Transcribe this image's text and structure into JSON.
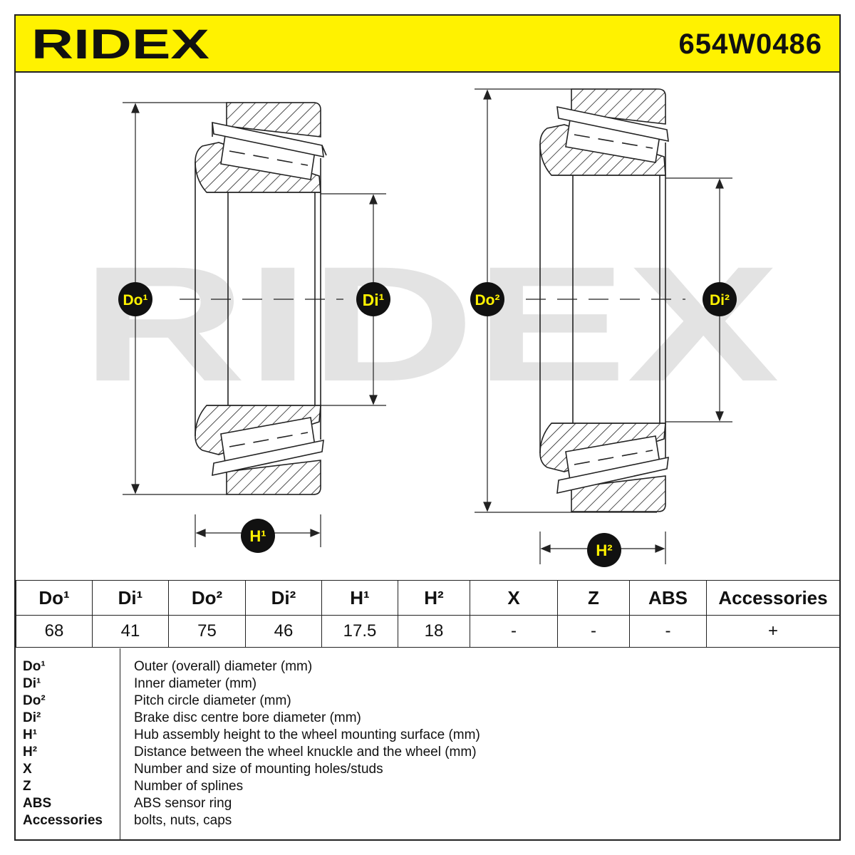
{
  "header": {
    "brand": "RIDEX",
    "part_number": "654W0486",
    "accent_color": "#fff200"
  },
  "diagram": {
    "watermark": "RIDEX",
    "labels": {
      "do1": "Do¹",
      "di1": "Di¹",
      "do2": "Do²",
      "di2": "Di²",
      "h1": "H¹",
      "h2": "H²"
    }
  },
  "specs": {
    "headers": [
      "Do¹",
      "Di¹",
      "Do²",
      "Di²",
      "H¹",
      "H²",
      "X",
      "Z",
      "ABS",
      "Accessories"
    ],
    "values": [
      "68",
      "41",
      "75",
      "46",
      "17.5",
      "18",
      "-",
      "-",
      "-",
      "+"
    ]
  },
  "legend": [
    {
      "key": "Do¹",
      "desc": "Outer (overall) diameter (mm)"
    },
    {
      "key": "Di¹",
      "desc": "Inner diameter (mm)"
    },
    {
      "key": "Do²",
      "desc": "Pitch circle diameter (mm)"
    },
    {
      "key": "Di²",
      "desc": "Brake disc centre bore diameter (mm)"
    },
    {
      "key": "H¹",
      "desc": "Hub assembly height to the wheel mounting surface (mm)"
    },
    {
      "key": "H²",
      "desc": "Distance between the wheel knuckle and the wheel (mm)"
    },
    {
      "key": "X",
      "desc": "Number and size of mounting holes/studs"
    },
    {
      "key": "Z",
      "desc": "Number of splines"
    },
    {
      "key": "ABS",
      "desc": "ABS sensor ring"
    },
    {
      "key": "Accessories",
      "desc": "bolts, nuts, caps"
    }
  ]
}
